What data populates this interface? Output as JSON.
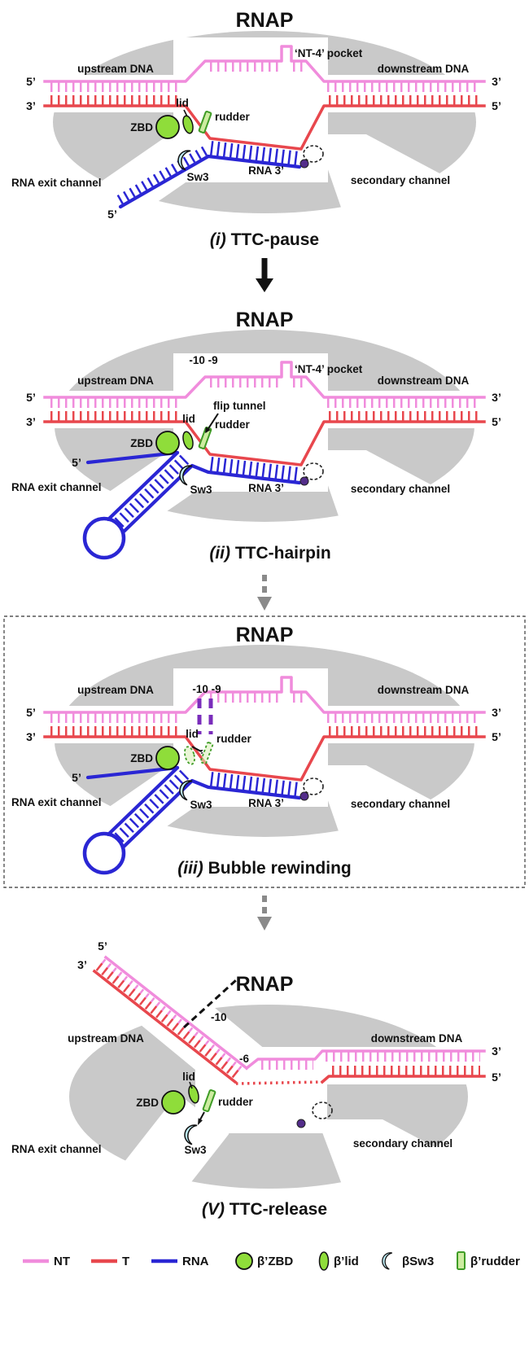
{
  "colors": {
    "nt_strand": "#f08cdc",
    "t_strand": "#e8474d",
    "rna": "#2a26d4",
    "rnap_body": "#c9c9c9",
    "zbd_green": "#8fdd3a",
    "sw3_cyan": "#bfeef8",
    "rudder_fill": "#cdeca0",
    "rna_3end_purple": "#532d8a",
    "rewound_purple": "#7a2dbb",
    "caption_red": "#d9232b"
  },
  "panels": [
    {
      "caption": {
        "prefix": "(i) ",
        "text": "TTC-pause",
        "color": "#d9232b"
      },
      "labels": {
        "rnap": "RNAP",
        "nt4_pocket": "‘NT-4’ pocket",
        "upstream": "upstream DNA",
        "downstream": "downstream DNA",
        "five_left": "5’",
        "three_left": "3’",
        "three_right": "3’",
        "five_right": "5’",
        "zbd": "ZBD",
        "lid": "lid",
        "rudder": "rudder",
        "sw3": "Sw3",
        "rna_exit": "RNA exit channel",
        "rna3": "RNA 3’",
        "secondary": "secondary channel",
        "rna5": "5’"
      }
    },
    {
      "caption": {
        "prefix": "(ii) ",
        "text": "TTC-hairpin",
        "color": "#d9232b"
      },
      "labels": {
        "rnap": "RNAP",
        "position": "-10 -9",
        "nt4_pocket": "‘NT-4’ pocket",
        "upstream": "upstream DNA",
        "downstream": "downstream DNA",
        "five_left": "5’",
        "three_left": "3’",
        "three_right": "3’",
        "five_right": "5’",
        "flip_tunnel": "flip tunnel",
        "zbd": "ZBD",
        "lid": "lid",
        "rudder": "rudder",
        "sw3": "Sw3",
        "rna_exit": "RNA exit channel",
        "rna3": "RNA 3’",
        "secondary": "secondary channel",
        "rna5": "5’"
      }
    },
    {
      "caption": {
        "prefix": "(iii) ",
        "text": "Bubble rewinding",
        "color": "#1a1a1a"
      },
      "labels": {
        "rnap": "RNAP",
        "position": "-10 -9",
        "upstream": "upstream DNA",
        "downstream": "downstream DNA",
        "five_left": "5’",
        "three_left": "3’",
        "three_right": "3’",
        "five_right": "5’",
        "zbd": "ZBD",
        "lid": "lid",
        "rudder": "rudder",
        "sw3": "Sw3",
        "rna_exit": "RNA exit channel",
        "rna3": "RNA 3’",
        "secondary": "secondary channel",
        "rna5": "5’"
      }
    },
    {
      "caption": {
        "prefix": "(V) ",
        "text": "TTC-release",
        "color": "#d9232b"
      },
      "labels": {
        "rnap": "RNAP",
        "five_top": "5’",
        "three_top": "3’",
        "minus10": "-10",
        "minus6": "-6",
        "upstream": "upstream DNA",
        "downstream": "downstream DNA",
        "three_right": "3’",
        "five_right": "5’",
        "zbd": "ZBD",
        "lid": "lid",
        "rudder": "rudder",
        "sw3": "Sw3",
        "rna_exit": "RNA exit channel",
        "secondary": "secondary channel"
      }
    }
  ],
  "legend": {
    "items": [
      {
        "label": "NT"
      },
      {
        "label": "T"
      },
      {
        "label": "RNA"
      },
      {
        "label": "β’ZBD"
      },
      {
        "label": "β’lid"
      },
      {
        "label": "βSw3"
      },
      {
        "label": "β’rudder"
      }
    ]
  }
}
